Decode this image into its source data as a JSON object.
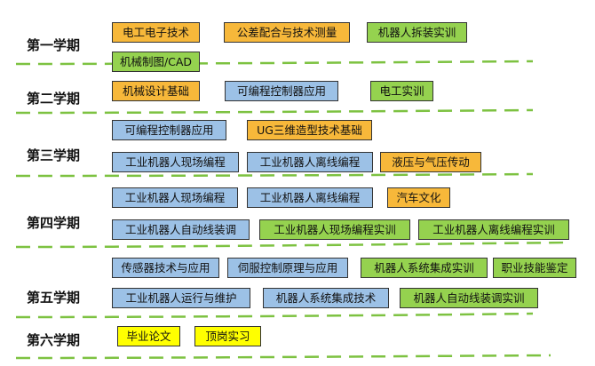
{
  "terms": [
    "第一学期",
    "第二学期",
    "第三学期",
    "第四学期",
    "第五学期",
    "第六学期"
  ],
  "courses": {
    "t1": [
      "电工电子技术",
      "公差配合与技术测量",
      "机器人拆装实训",
      "机械制图/CAD"
    ],
    "t2": [
      "机械设计基础",
      "可编程控制器应用",
      "电工实训"
    ],
    "t3": [
      "可编程控制器应用",
      "UG三维造型技术基础",
      "工业机器人现场编程",
      "工业机器人离线编程",
      "液压与气压传动"
    ],
    "t4": [
      "工业机器人现场编程",
      "工业机器人离线编程",
      "汽车文化",
      "工业机器人自动线装调",
      "工业机器人现场编程实训",
      "工业机器人离线编程实训"
    ],
    "t5": [
      "传感器技术与应用",
      "伺服控制原理与应用",
      "机器人系统集成实训",
      "职业技能鉴定",
      "工业机器人运行与维护",
      "机器人系统集成技术",
      "机器人自动线装调实训"
    ],
    "t6": [
      "毕业论文",
      "顶岗实习"
    ]
  },
  "colors": {
    "orange": "#f7b83a",
    "green": "#95d24f",
    "blue": "#9cc1e6",
    "yellow": "#ffff00",
    "divider": "#7dc241"
  }
}
